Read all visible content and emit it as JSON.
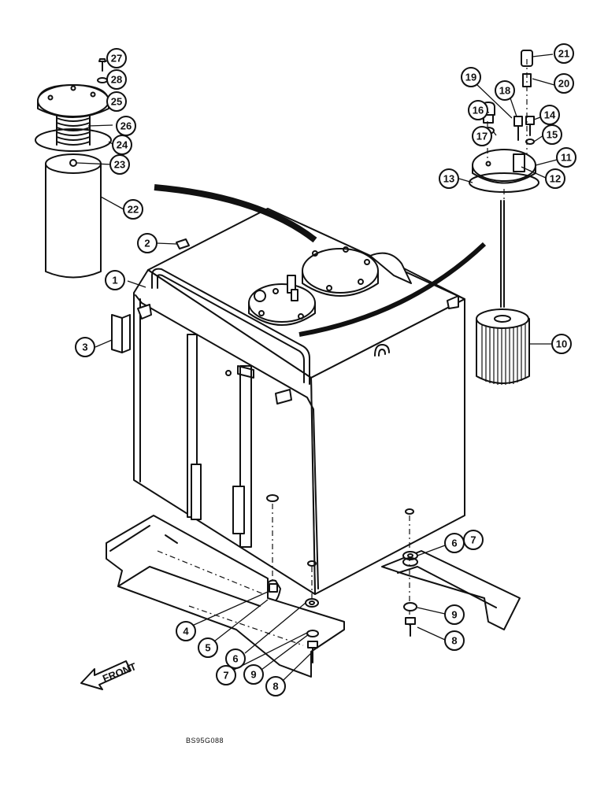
{
  "diagram": {
    "drawing_code": "BS95G088",
    "front_label": "FRONT",
    "callouts": [
      {
        "id": "c1",
        "label": "1"
      },
      {
        "id": "c2",
        "label": "2"
      },
      {
        "id": "c3",
        "label": "3"
      },
      {
        "id": "c4",
        "label": "4"
      },
      {
        "id": "c5",
        "label": "5"
      },
      {
        "id": "c6a",
        "label": "6"
      },
      {
        "id": "c6b",
        "label": "6"
      },
      {
        "id": "c7a",
        "label": "7"
      },
      {
        "id": "c7b",
        "label": "7"
      },
      {
        "id": "c8a",
        "label": "8"
      },
      {
        "id": "c8b",
        "label": "8"
      },
      {
        "id": "c9a",
        "label": "9"
      },
      {
        "id": "c9b",
        "label": "9"
      },
      {
        "id": "c10",
        "label": "10"
      },
      {
        "id": "c11",
        "label": "11"
      },
      {
        "id": "c12",
        "label": "12"
      },
      {
        "id": "c13",
        "label": "13"
      },
      {
        "id": "c14",
        "label": "14"
      },
      {
        "id": "c15",
        "label": "15"
      },
      {
        "id": "c16",
        "label": "16"
      },
      {
        "id": "c17",
        "label": "17"
      },
      {
        "id": "c18",
        "label": "18"
      },
      {
        "id": "c19",
        "label": "19"
      },
      {
        "id": "c20",
        "label": "20"
      },
      {
        "id": "c21",
        "label": "21"
      },
      {
        "id": "c22",
        "label": "22"
      },
      {
        "id": "c23",
        "label": "23"
      },
      {
        "id": "c24",
        "label": "24"
      },
      {
        "id": "c25",
        "label": "25"
      },
      {
        "id": "c26",
        "label": "26"
      },
      {
        "id": "c27",
        "label": "27"
      },
      {
        "id": "c28",
        "label": "28"
      }
    ]
  }
}
